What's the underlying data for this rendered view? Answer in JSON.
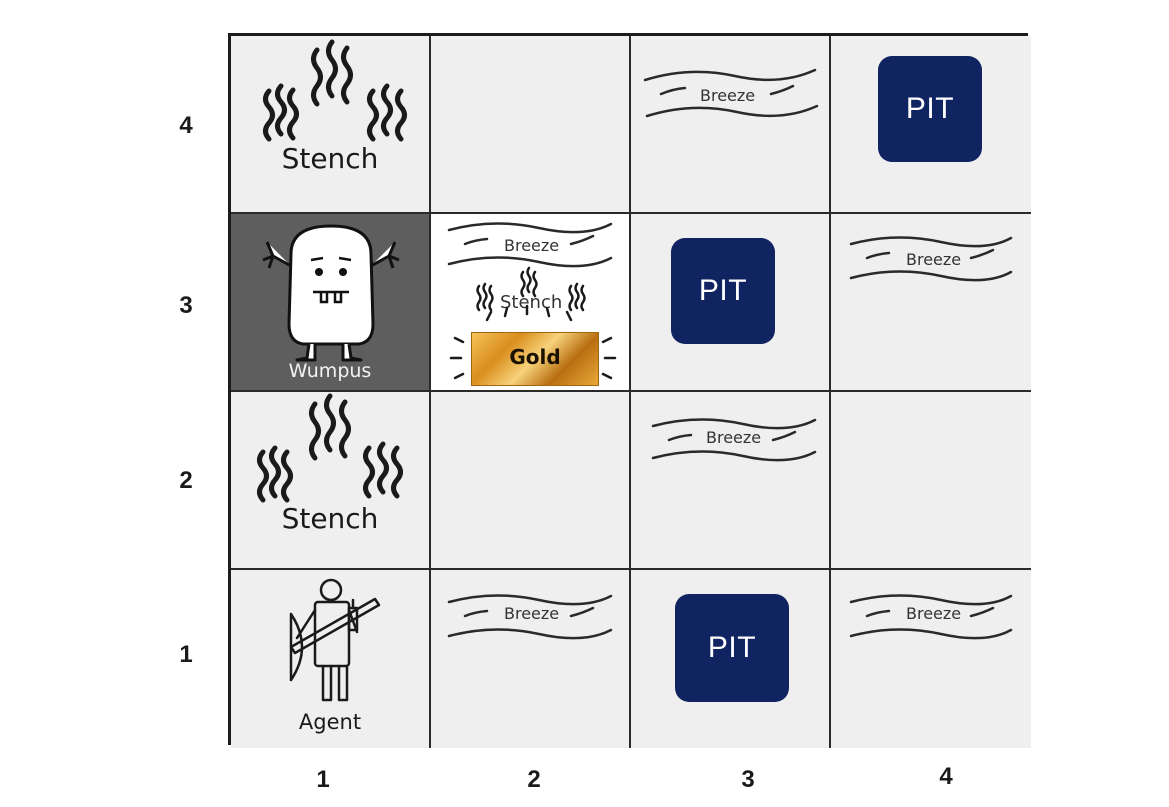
{
  "grid": {
    "row_labels": [
      "4",
      "3",
      "2",
      "1"
    ],
    "col_labels": [
      "1",
      "2",
      "3",
      "4"
    ]
  },
  "cells": {
    "stench_1_4": "Stench",
    "breeze_3_4": "Breeze",
    "pit_4_4": "PIT",
    "wumpus_1_3": "Wumpus",
    "breeze_2_3": "Breeze",
    "stench_2_3": "Stench",
    "gold_2_3": "Gold",
    "pit_3_3": "PIT",
    "breeze_4_3": "Breeze",
    "stench_1_2": "Stench",
    "breeze_3_2": "Breeze",
    "agent_1_1": "Agent",
    "breeze_2_1": "Breeze",
    "pit_3_1": "PIT",
    "breeze_4_1": "Breeze"
  },
  "colors": {
    "pit": "#112462",
    "wumpus_cell": "#5e5e5e",
    "cell_background": "#efefef",
    "gold": "#e0a030"
  },
  "icons": [
    "stench-icon",
    "breeze-icon",
    "wumpus-icon",
    "agent-icon",
    "gold-icon",
    "pit-icon"
  ]
}
